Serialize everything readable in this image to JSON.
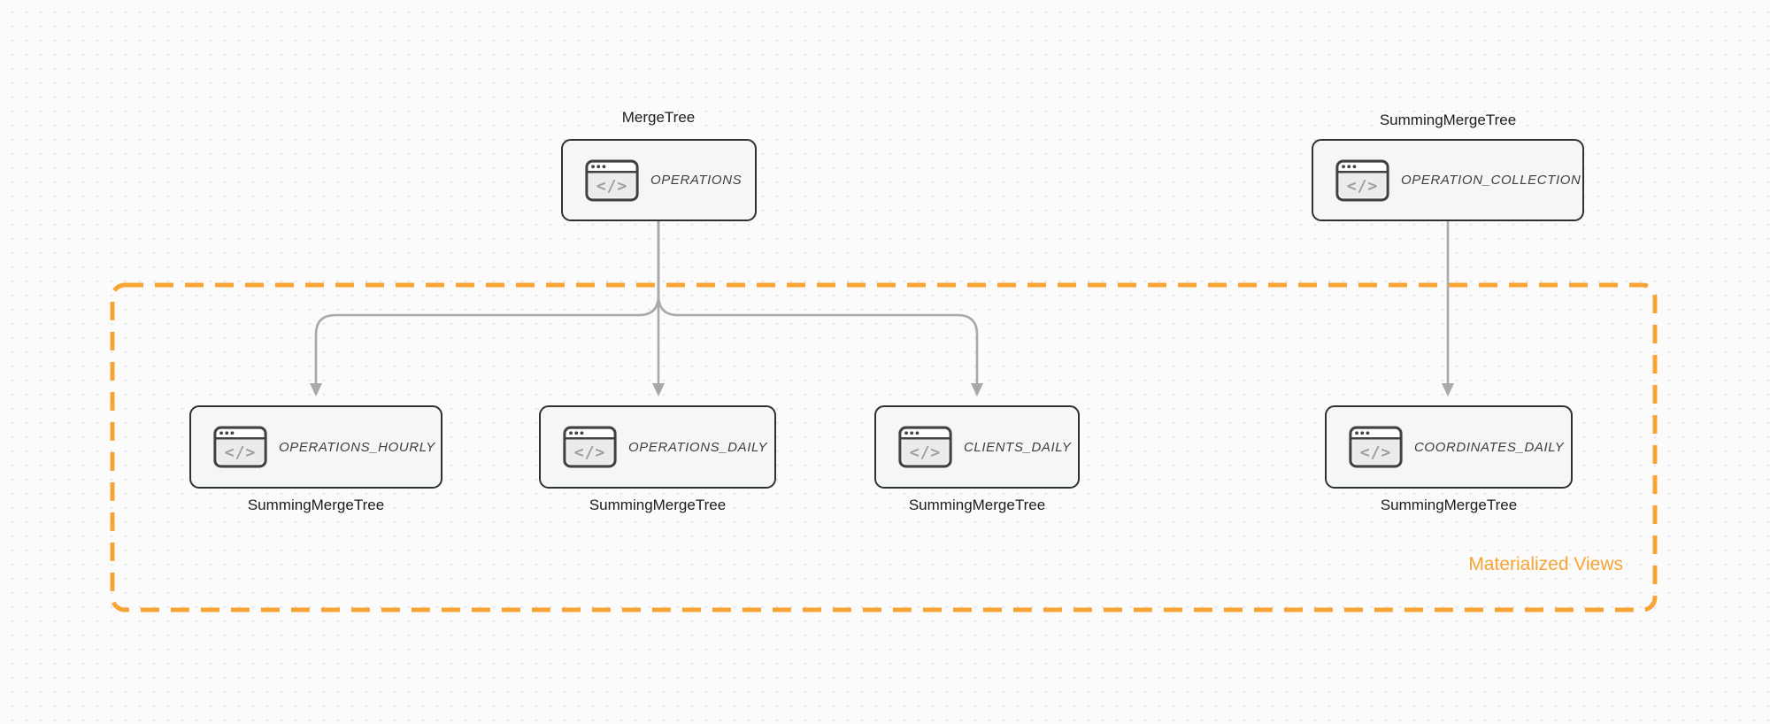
{
  "icon_glyph": "</>",
  "colors": {
    "background": "#fbfbfc",
    "grid_dot": "#e7e7eb",
    "node_border": "#2e3135",
    "node_fill": "#f5f6f6",
    "node_label_text": "#3d3f42",
    "engine_label_text": "#1c1d1f",
    "edge": "#a9a9a9",
    "group_accent": "#f7a434"
  },
  "nodes": {
    "operations": {
      "label": "OPERATIONS",
      "engine": "MergeTree"
    },
    "operation_collection": {
      "label": "OPERATION_COLLECTION",
      "engine": "SummingMergeTree"
    },
    "operations_hourly": {
      "label": "OPERATIONS_HOURLY",
      "engine": "SummingMergeTree"
    },
    "operations_daily": {
      "label": "OPERATIONS_DAILY",
      "engine": "SummingMergeTree"
    },
    "clients_daily": {
      "label": "CLIENTS_DAILY",
      "engine": "SummingMergeTree"
    },
    "coordinates_daily": {
      "label": "COORDINATES_DAILY",
      "engine": "SummingMergeTree"
    }
  },
  "group": {
    "label": "Materialized Views"
  },
  "edges": [
    {
      "from": "operations",
      "to": "operations_hourly"
    },
    {
      "from": "operations",
      "to": "operations_daily"
    },
    {
      "from": "operations",
      "to": "clients_daily"
    },
    {
      "from": "operation_collection",
      "to": "coordinates_daily"
    }
  ]
}
